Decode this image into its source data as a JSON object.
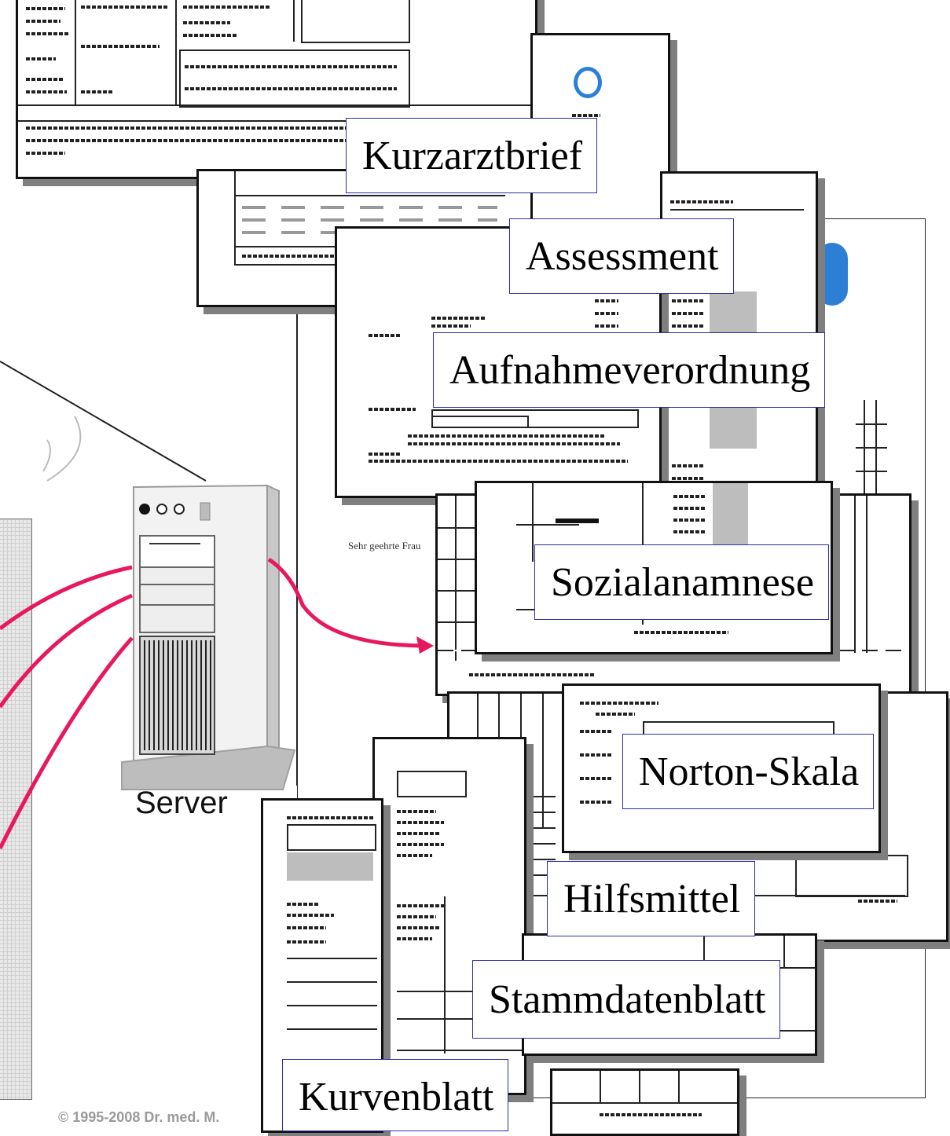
{
  "labels": {
    "kurzarztbrief": "Kurzarztbrief",
    "assessment": "Assessment",
    "aufnahmeverordnung": "Aufnahmeverordnung",
    "sozialanamnese": "Sozialanamnese",
    "norton": "Norton-Skala",
    "hilfsmittel": "Hilfsmittel",
    "stammdatenblatt": "Stammdatenblatt",
    "kurvenblatt": "Kurvenblatt"
  },
  "server": {
    "label": "Server"
  },
  "letter": {
    "salutation": "Sehr geehrte Frau"
  },
  "footer": {
    "copyright": "© 1995-2008 Dr. med. M."
  },
  "colors": {
    "connector": "#e8185f",
    "label_border": "#2c2ca8",
    "doc_shadow": "#7f7f7f"
  }
}
